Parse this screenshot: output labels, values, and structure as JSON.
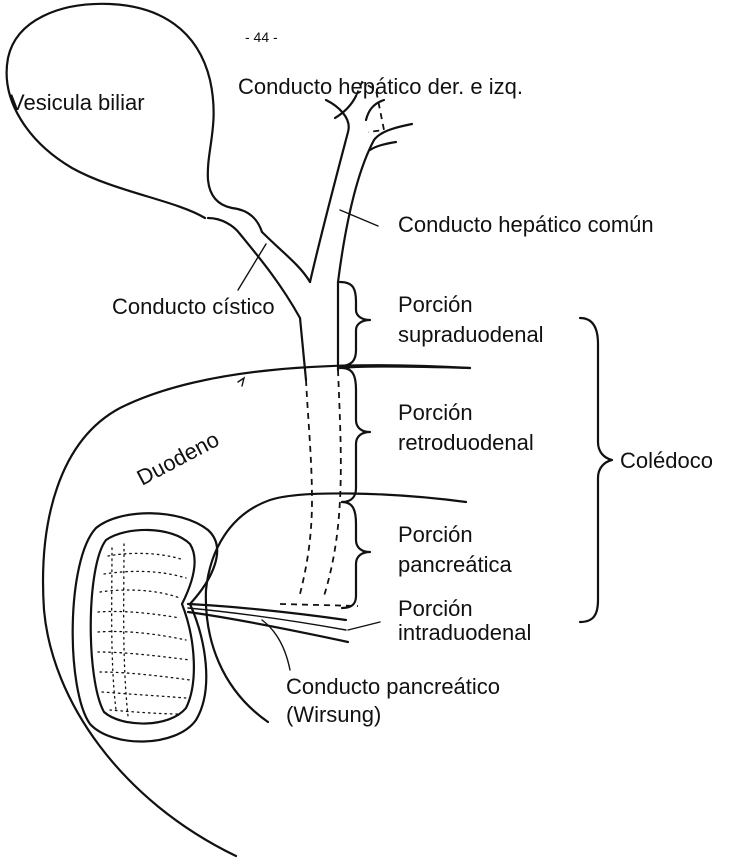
{
  "page_number": "- 44 -",
  "labels": {
    "vesicula_biliar": "Vesicula biliar",
    "conducto_hepatico_der_izq": "Conducto hepático der. e izq.",
    "conducto_hepatico_comun": "Conducto hepático común",
    "conducto_cistico": "Conducto cístico",
    "porcion_supraduodenal_1": "Porción",
    "porcion_supraduodenal_2": "supraduodenal",
    "porcion_retroduodenal_1": "Porción",
    "porcion_retroduodenal_2": "retroduodenal",
    "porcion_pancreatica_1": "Porción",
    "porcion_pancreatica_2": "pancreática",
    "porcion_intraduodenal_1": "Porción",
    "porcion_intraduodenal_2": "intraduodenal",
    "coledoco": "Colédoco",
    "duodeno": "Duodeno",
    "conducto_pancreatico_1": "Conducto pancreático",
    "conducto_pancreatico_2": "(Wirsung)"
  },
  "colors": {
    "ink": "#111111",
    "paper": "#ffffff"
  }
}
